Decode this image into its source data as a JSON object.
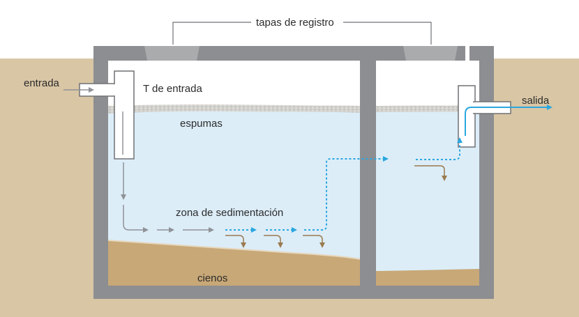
{
  "labels": {
    "access_covers": "tapas de registro",
    "inlet": "entrada",
    "inlet_tee": "T de entrada",
    "scum": "espumas",
    "settling_zone": "zona de sedimentación",
    "sludge": "cienos",
    "outlet": "salida"
  },
  "colors": {
    "soil": "#d9c6a5",
    "concrete": "#8c8e91",
    "concrete_cap": "#a9abad",
    "water": "#dcedf8",
    "air": "#ffffff",
    "sludge": "#c8a877",
    "scum": "#d4d3cf",
    "pipe": "#ffffff",
    "pipe_outline": "#6f7174",
    "flow_gray": "#8f9296",
    "flow_blue": "#2aa7df",
    "flow_brown": "#9a7a4e",
    "text": "#2b2b2b"
  }
}
